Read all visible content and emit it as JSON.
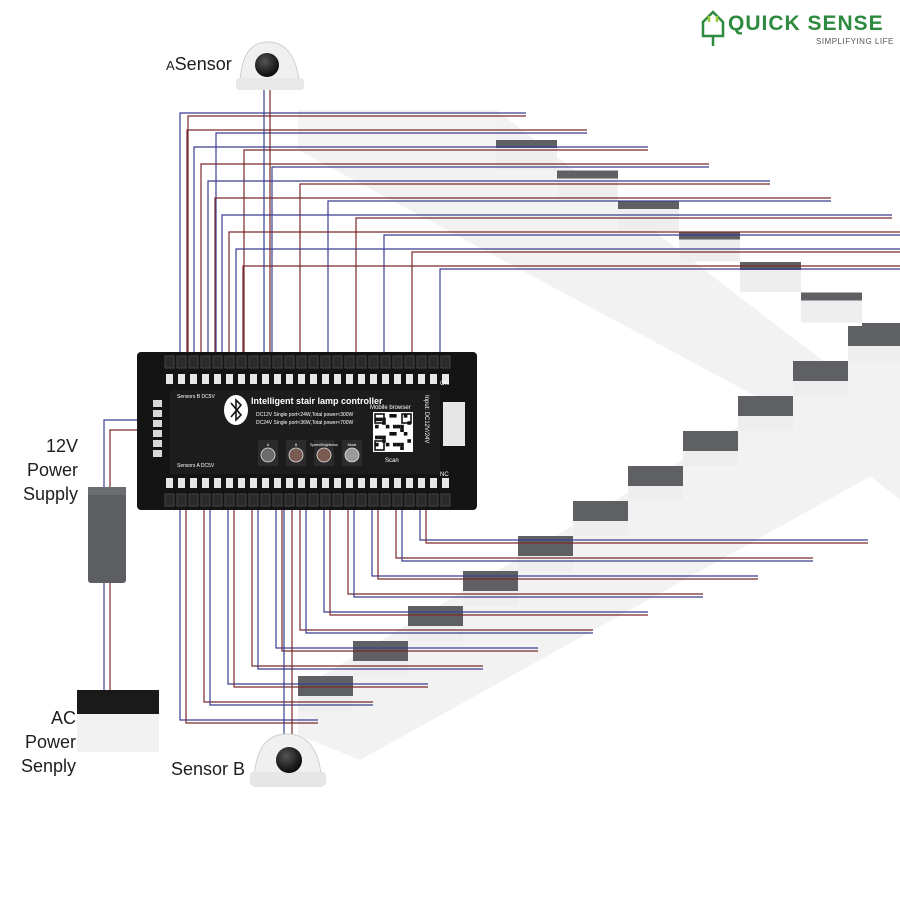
{
  "brand": {
    "name": "QUICK SENSE",
    "tagline": "SIMPLIFYING LIFE",
    "accent": "#2e8a3e"
  },
  "labels": {
    "sensor_a_prefix": "A",
    "sensor_a": "Sensor",
    "sensor_b": "Sensor B",
    "power_supply": [
      "12V",
      "Power",
      "Supply"
    ],
    "ac_supply": [
      "AC",
      "Power",
      "Senply"
    ]
  },
  "controller": {
    "title": "Intelligent stair lamp controller",
    "spec_12v": "DC12V Single port<24W,Total power<300W",
    "spec_24v": "DC24V Single port<36W,Total power<700W",
    "mobile": "Mobile browser",
    "scan": "Scan",
    "input": "Input: DC12V/24V",
    "sensors_b": "Sensors B DC5V",
    "sensors_a": "Sensors A DC5V",
    "buttons": [
      {
        "label": "A",
        "color": "#6b6b6b"
      },
      {
        "label": "B",
        "color": "#7a5b52"
      },
      {
        "label": "Speed/Brightness",
        "color": "#7a5b52"
      },
      {
        "label": "Mode",
        "color": "#9a9a9a"
      }
    ],
    "nc_label": "NC",
    "on_label": "ON"
  },
  "colors": {
    "wire_blue": "#3a3f8f",
    "wire_red": "#7a2a2a",
    "step_tread": "#5f6063",
    "step_riser": "#eeeeee",
    "stair_body": "#f2f2f2"
  }
}
